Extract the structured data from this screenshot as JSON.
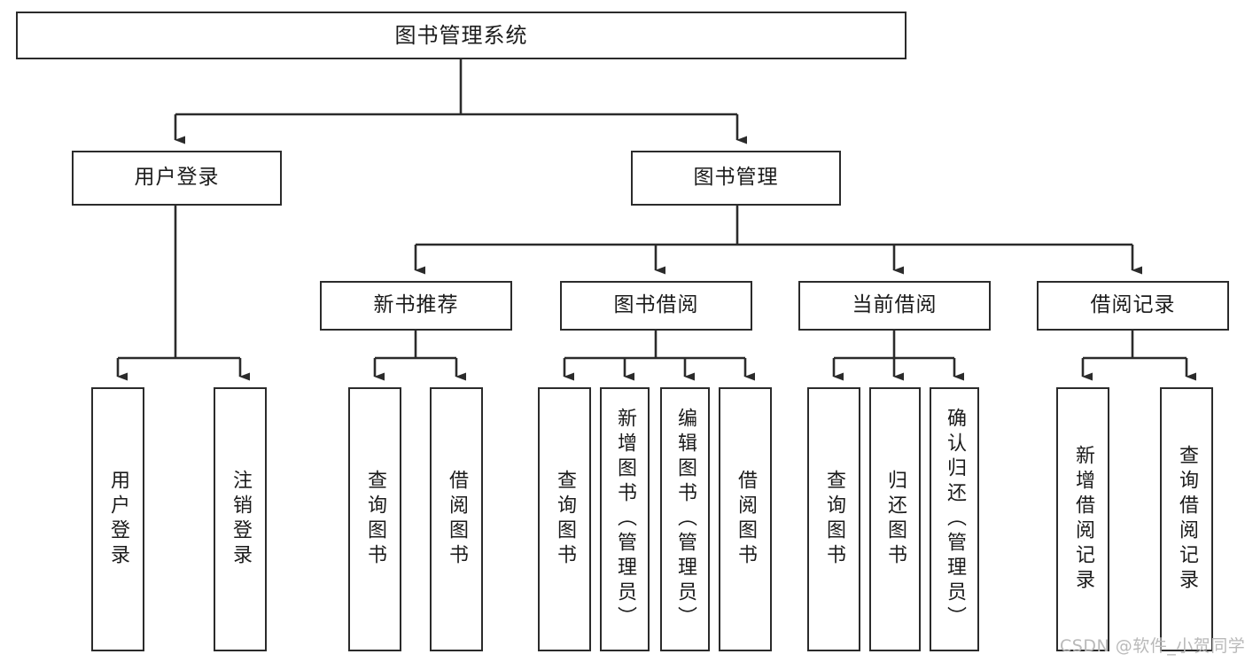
{
  "diagram": {
    "title": "图书管理系统",
    "type": "tree-structure-chart",
    "root": {
      "label": "图书管理系统"
    },
    "level2": [
      {
        "label": "用户登录"
      },
      {
        "label": "图书管理"
      }
    ],
    "level3": [
      {
        "label": "新书推荐"
      },
      {
        "label": "图书借阅"
      },
      {
        "label": "当前借阅"
      },
      {
        "label": "借阅记录"
      }
    ],
    "leaves": {
      "user_login": [
        {
          "label": "用户登录"
        },
        {
          "label": "注销登录"
        }
      ],
      "new_book_recommend": [
        {
          "label": "查询图书"
        },
        {
          "label": "借阅图书"
        }
      ],
      "book_borrow": [
        {
          "label": "查询图书"
        },
        {
          "label": "新增图书（管理员）"
        },
        {
          "label": "编辑图书（管理员）"
        },
        {
          "label": "借阅图书"
        }
      ],
      "current_borrow": [
        {
          "label": "查询图书"
        },
        {
          "label": "归还图书"
        },
        {
          "label": "确认归还（管理员）"
        }
      ],
      "borrow_record": [
        {
          "label": "新增借阅记录"
        },
        {
          "label": "查询借阅记录"
        }
      ]
    }
  },
  "watermark": {
    "text": "CSDN @软件_小贺同学"
  },
  "colors": {
    "stroke": "#2b2b2b",
    "background": "#ffffff",
    "text": "#1b1b1b",
    "watermark": "#b9b9b9"
  }
}
